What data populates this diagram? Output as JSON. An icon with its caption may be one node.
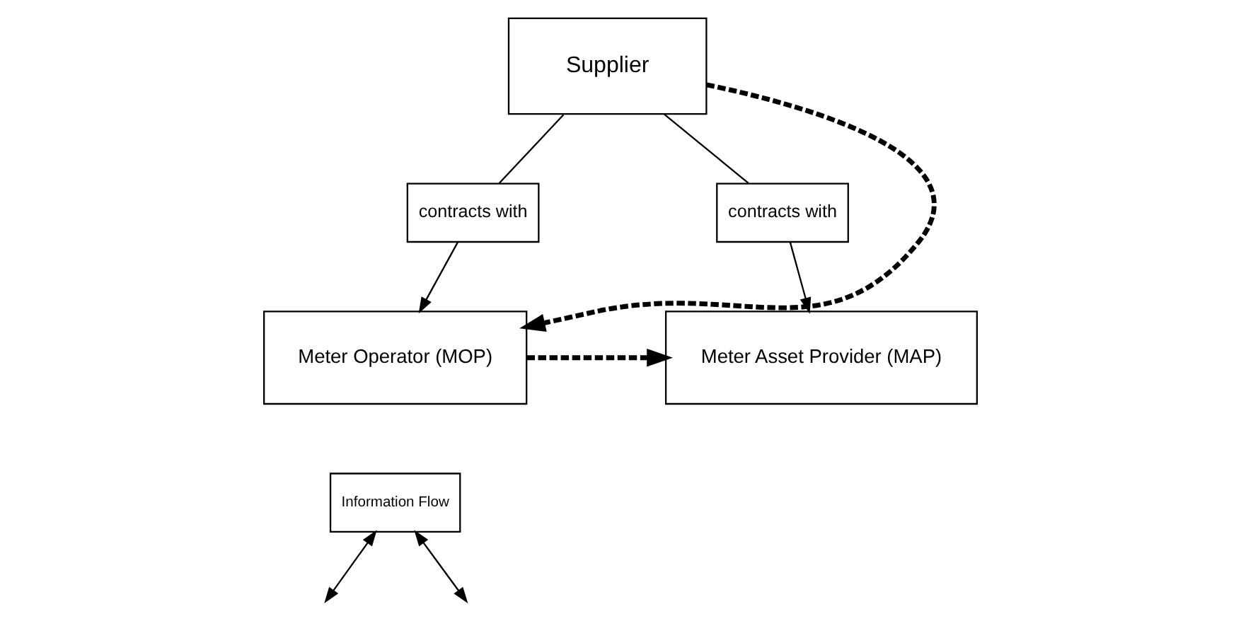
{
  "diagram": {
    "nodes": [
      {
        "text": [
          "Supplier"
        ]
      },
      {
        "text": [
          "contracts with"
        ]
      },
      {
        "text": [
          "contracts with"
        ]
      },
      {
        "text": [
          "Meter Operator (MOP)"
        ]
      },
      {
        "text": [
          "Meter Asset Provider (MAP)"
        ]
      },
      {
        "text": [
          "Information Flow"
        ]
      }
    ],
    "edges": [
      {
        "from": 0,
        "to": 1,
        "arrow": "none"
      },
      {
        "from": 1,
        "to": 3,
        "arrow": "to"
      },
      {
        "from": 0,
        "to": 2,
        "arrow": "none"
      },
      {
        "from": 2,
        "to": 4,
        "arrow": "to"
      },
      {
        "from": 0,
        "to": 3,
        "arrow": "to",
        "style": "dashed"
      },
      {
        "from": 3,
        "to": 4,
        "arrow": "to",
        "style": "dashed"
      },
      {
        "from": 5,
        "to": null,
        "arrow": "both"
      },
      {
        "from": 5,
        "to": null,
        "arrow": "both"
      }
    ]
  }
}
